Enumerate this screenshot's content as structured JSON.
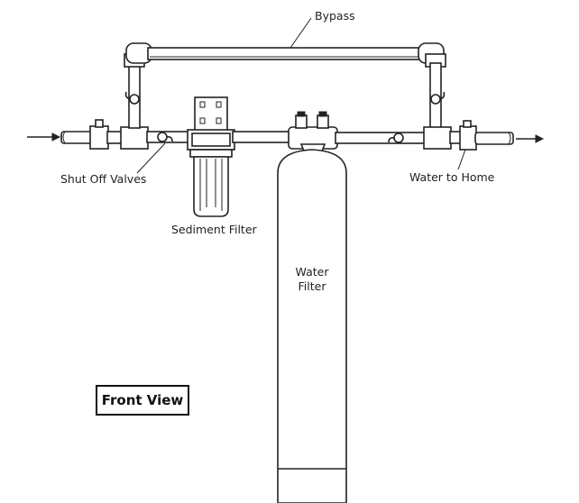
{
  "labels": {
    "bypass": "Bypass",
    "shut_off_valves": "Shut Off Valves",
    "sediment_filter": "Sediment Filter",
    "water_to_home": "Water to Home",
    "water_filter_line1": "Water",
    "water_filter_line2": "Filter",
    "front_view": "Front View"
  },
  "icons": {
    "inlet": "arrow-right-icon",
    "outlet": "arrow-right-icon",
    "valve": "valve-handle-icon"
  },
  "colors": {
    "line": "#222222",
    "background": "#ffffff"
  }
}
